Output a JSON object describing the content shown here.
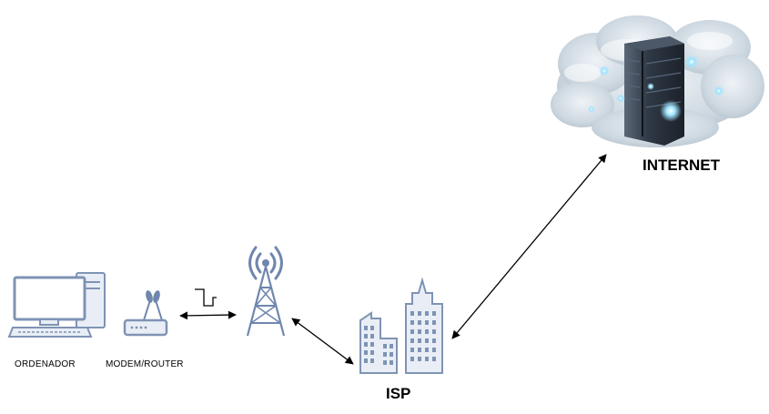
{
  "nodes": {
    "ordenador": {
      "label": "ORDENADOR",
      "icon": "desktop-computer-icon"
    },
    "modem": {
      "label": "MODEM/ROUTER",
      "icon": "modem-router-icon"
    },
    "tower": {
      "icon": "radio-tower-icon"
    },
    "isp": {
      "label": "ISP",
      "icon": "office-buildings-icon"
    },
    "internet": {
      "label": "INTERNET",
      "icon": "server-cloud-icon"
    }
  },
  "colors": {
    "icon_fill": "#e9eef6",
    "icon_stroke": "#7f93b4",
    "icon_blue": "#6f86ad",
    "arrow": "#000000",
    "cloud": "#c9d4dd",
    "server": "#2d3440",
    "glow": "#7fd6ff"
  }
}
